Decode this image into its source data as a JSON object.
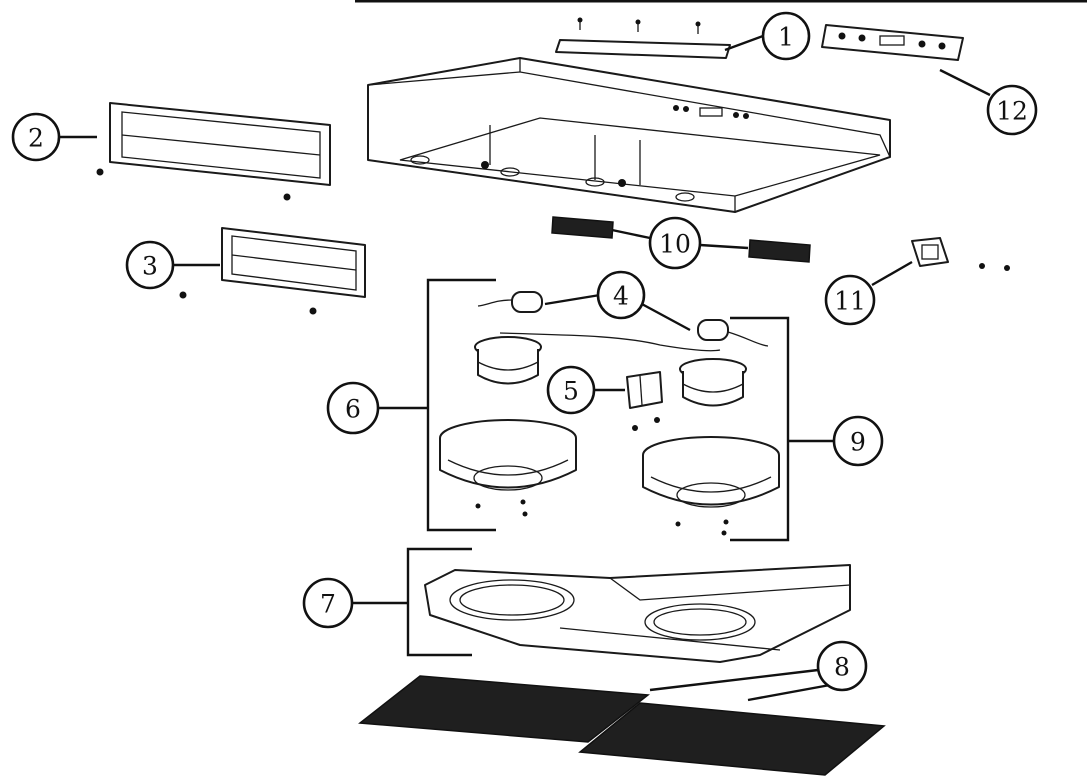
{
  "callouts": [
    {
      "id": "1",
      "label": "1"
    },
    {
      "id": "2",
      "label": "2"
    },
    {
      "id": "3",
      "label": "3"
    },
    {
      "id": "4",
      "label": "4"
    },
    {
      "id": "5",
      "label": "5"
    },
    {
      "id": "6",
      "label": "6"
    },
    {
      "id": "7",
      "label": "7"
    },
    {
      "id": "8",
      "label": "8"
    },
    {
      "id": "9",
      "label": "9"
    },
    {
      "id": "10",
      "label": "10"
    },
    {
      "id": "11",
      "label": "11"
    },
    {
      "id": "12",
      "label": "12"
    }
  ],
  "colors": {
    "line": "#1a1a1a",
    "background": "#ffffff",
    "filter_fill": "#1f1f1f"
  }
}
